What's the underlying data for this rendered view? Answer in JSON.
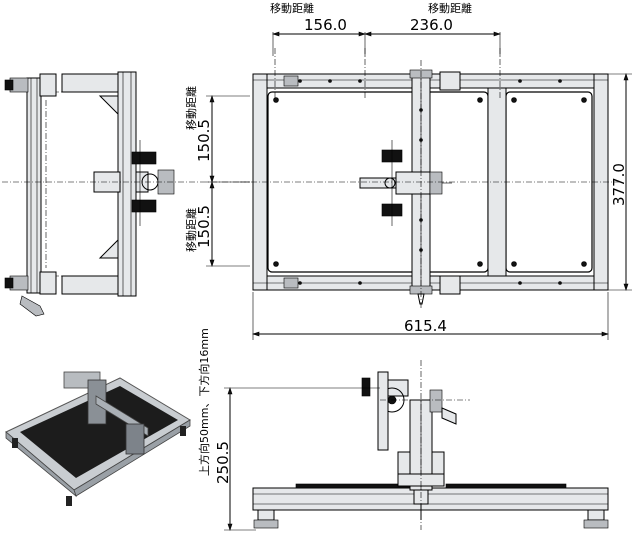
{
  "labels": {
    "move_left": "移動距離",
    "move_right": "移動距離",
    "move_upper": "移動距離",
    "move_lower": "移動距離",
    "vertical_note": "上方向50mm、下方向16mm"
  },
  "dimensions": {
    "d156": "156.0",
    "d236": "236.0",
    "d150_upper": "150.5",
    "d150_lower": "150.5",
    "d377": "377.0",
    "d615": "615.4",
    "d250": "250.5"
  }
}
